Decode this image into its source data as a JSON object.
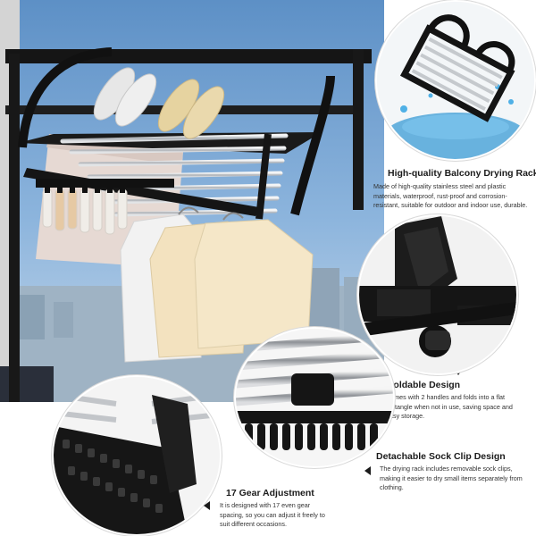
{
  "features": {
    "high_quality": {
      "title": "High-quality Balcony Drying Rack",
      "body": "Made of high-quality stainless steel and plastic materials, waterproof, rust-proof and corrosion-resistant, suitable for outdoor and indoor use, durable."
    },
    "foldable": {
      "title": "Foldable Design",
      "body": "Comes with 2 handles and folds into a flat rectangle when not in use, saving space and easy storage."
    },
    "sock_clip": {
      "title": "Detachable Sock Clip Design",
      "body": "The drying rack includes removable sock clips, making it easier to dry small items separately from clothing."
    },
    "gear": {
      "title": "17 Gear Adjustment",
      "body": "It is designed with 17 even gear spacing, so you can adjust it freely to suit different occasions."
    }
  },
  "colors": {
    "sky": "#6f9fd0",
    "frame": "#1a1a1a",
    "steel": "#c9ccd0",
    "slipper_white": "#e9e9e9",
    "slipper_cream": "#e8d7a8",
    "shirt_white": "#f1f1f1",
    "shirt_cream": "#f3e3c2",
    "towel": "#e8dcd6",
    "water": "#3aa0d8"
  }
}
